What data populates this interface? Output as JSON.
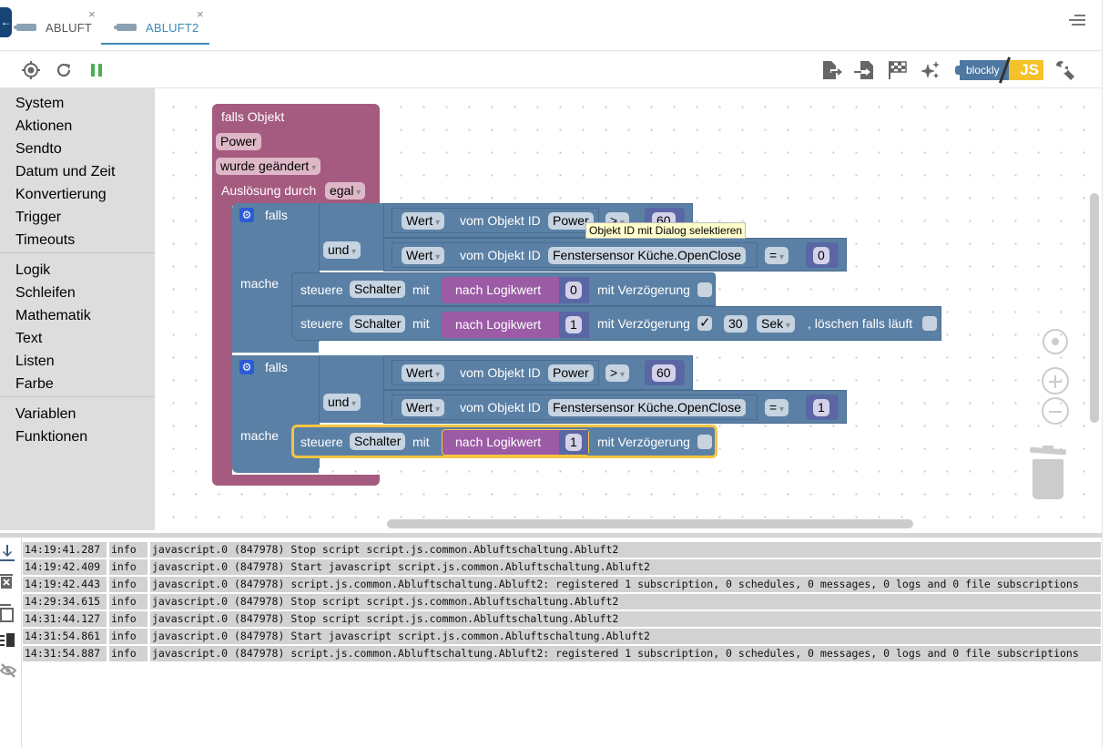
{
  "tabs": [
    {
      "label": "ABLUFT",
      "active": false
    },
    {
      "label": "ABLUFT2",
      "active": true
    }
  ],
  "tab_close_glyph": "×",
  "toolbar": {
    "left_icons": [
      "target-icon",
      "refresh-icon",
      "pause-icon"
    ],
    "right_icons": [
      "export-icon",
      "import-icon",
      "flag-icon",
      "sparkle-icon",
      "blockly-js-toggle",
      "wrench-icon"
    ],
    "blockly_label": "blockly",
    "js_label": "JS"
  },
  "sidebar": {
    "groups": [
      [
        "System",
        "Aktionen",
        "Sendto",
        "Datum und Zeit",
        "Konvertierung",
        "Trigger",
        "Timeouts"
      ],
      [
        "Logik",
        "Schleifen",
        "Mathematik",
        "Text",
        "Listen",
        "Farbe"
      ],
      [
        "Variablen",
        "Funktionen"
      ]
    ]
  },
  "blocks": {
    "trigger": {
      "title": "falls Objekt",
      "object": "Power",
      "event": "wurde geändert",
      "trigger_by_label": "Auslösung durch",
      "trigger_by_value": "egal"
    },
    "if1": {
      "if_label": "falls",
      "and_label": "und",
      "do_label": "mache",
      "cond1": {
        "mode": "Wert",
        "of_label": "vom Objekt ID",
        "object": "Power",
        "op": ">",
        "value": "60"
      },
      "cond2": {
        "mode": "Wert",
        "of_label": "vom Objekt ID",
        "object": "Fenstersensor Küche.OpenClose",
        "op": "=",
        "value": "0"
      },
      "action1": {
        "control_label": "steuere",
        "target": "Schalter",
        "with_label": "mit",
        "convert_label": "nach Logikwert",
        "value": "0",
        "delay_label": "mit Verzögerung",
        "delay_checked": false
      },
      "action2": {
        "control_label": "steuere",
        "target": "Schalter",
        "with_label": "mit",
        "convert_label": "nach Logikwert",
        "value": "1",
        "delay_label": "mit Verzögerung",
        "delay_checked": true,
        "delay_value": "30",
        "delay_unit": "Sek",
        "clear_label": ", löschen falls läuft",
        "clear_checked": false
      }
    },
    "if2": {
      "if_label": "falls",
      "and_label": "und",
      "do_label": "mache",
      "cond1": {
        "mode": "Wert",
        "of_label": "vom Objekt ID",
        "object": "Power",
        "op": ">",
        "value": "60"
      },
      "cond2": {
        "mode": "Wert",
        "of_label": "vom Objekt ID",
        "object": "Fenstersensor Küche.OpenClose",
        "op": "=",
        "value": "1"
      },
      "action1": {
        "control_label": "steuere",
        "target": "Schalter",
        "with_label": "mit",
        "convert_label": "nach Logikwert",
        "value": "1",
        "delay_label": "mit Verzögerung",
        "delay_checked": false
      }
    },
    "tooltip": "Objekt ID mit Dialog selektieren"
  },
  "colors": {
    "trigger_block": "#a55b80",
    "if_block": "#5b80a5",
    "logic_block": "#9b5ba5",
    "number_block": "#5b67a5",
    "selected_outline": "#f5c542",
    "tab_active": "#3d8ab8"
  },
  "log": {
    "tools": [
      "scroll-down-icon",
      "clear-log-icon",
      "copy-icon",
      "columns-icon",
      "hide-icon"
    ],
    "rows": [
      {
        "time": "14:19:41.287",
        "severity": "info",
        "message": "javascript.0 (847978) Stop script script.js.common.Abluftschaltung.Abluft2"
      },
      {
        "time": "14:19:42.409",
        "severity": "info",
        "message": "javascript.0 (847978) Start javascript script.js.common.Abluftschaltung.Abluft2"
      },
      {
        "time": "14:19:42.443",
        "severity": "info",
        "message": "javascript.0 (847978) script.js.common.Abluftschaltung.Abluft2: registered 1 subscription, 0 schedules, 0 messages, 0 logs and 0 file subscriptions"
      },
      {
        "time": "14:29:34.615",
        "severity": "info",
        "message": "javascript.0 (847978) Stop script script.js.common.Abluftschaltung.Abluft2"
      },
      {
        "time": "14:31:44.127",
        "severity": "info",
        "message": "javascript.0 (847978) Stop script script.js.common.Abluftschaltung.Abluft2"
      },
      {
        "time": "14:31:54.861",
        "severity": "info",
        "message": "javascript.0 (847978) Start javascript script.js.common.Abluftschaltung.Abluft2"
      },
      {
        "time": "14:31:54.887",
        "severity": "info",
        "message": "javascript.0 (847978) script.js.common.Abluftschaltung.Abluft2: registered 1 subscription, 0 schedules, 0 messages, 0 logs and 0 file subscriptions"
      }
    ]
  }
}
